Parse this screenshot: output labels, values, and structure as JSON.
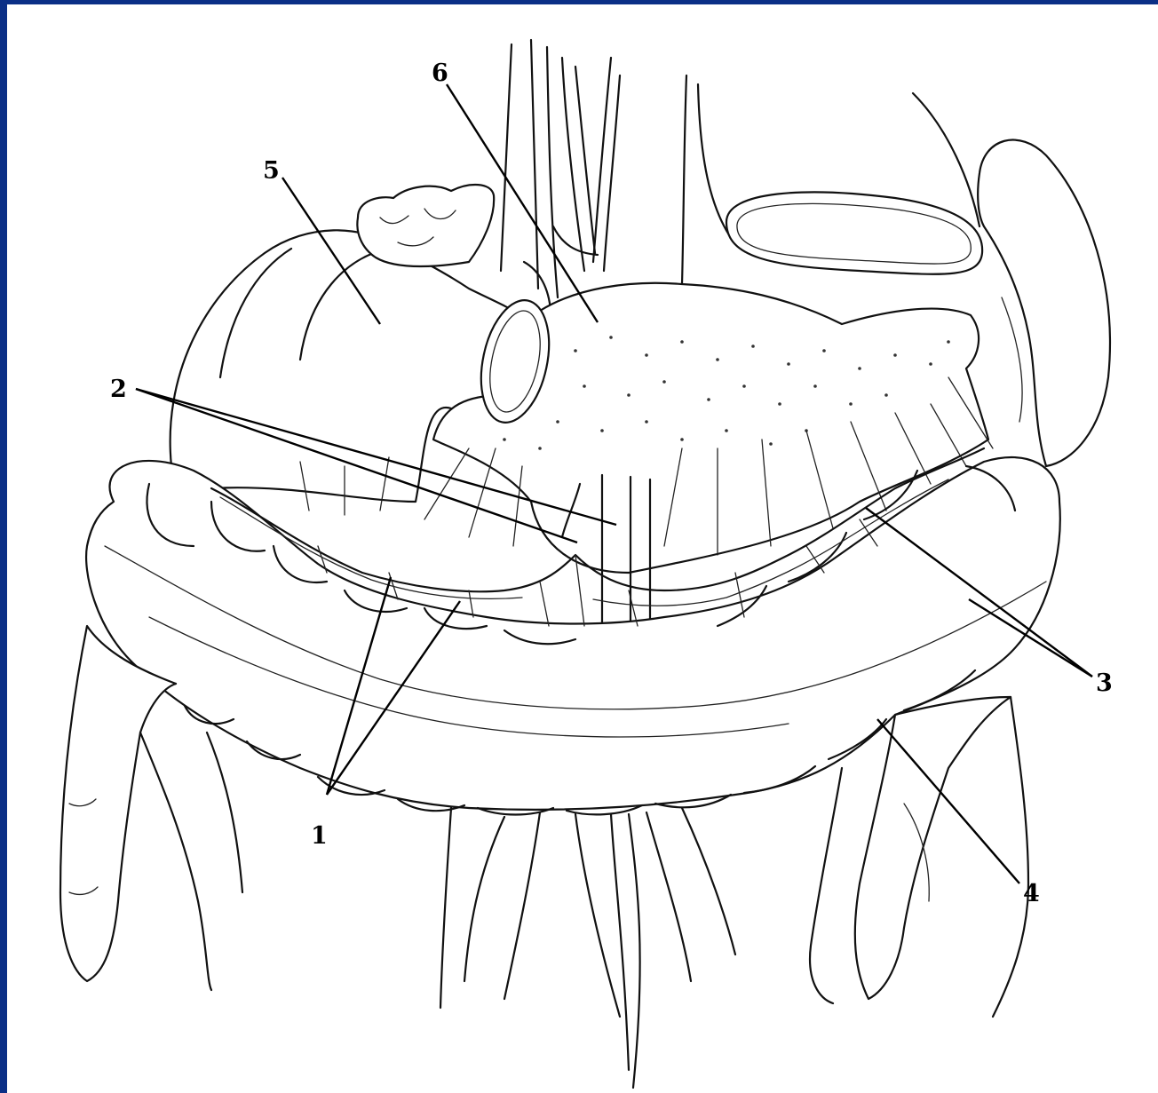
{
  "figure": {
    "background_color": "#0b2f86",
    "ink_color": "#111111",
    "labels": [
      {
        "id": "1",
        "text": "1"
      },
      {
        "id": "2",
        "text": "2"
      },
      {
        "id": "3",
        "text": "3"
      },
      {
        "id": "4",
        "text": "4"
      },
      {
        "id": "5",
        "text": "5"
      },
      {
        "id": "6",
        "text": "6"
      }
    ]
  }
}
